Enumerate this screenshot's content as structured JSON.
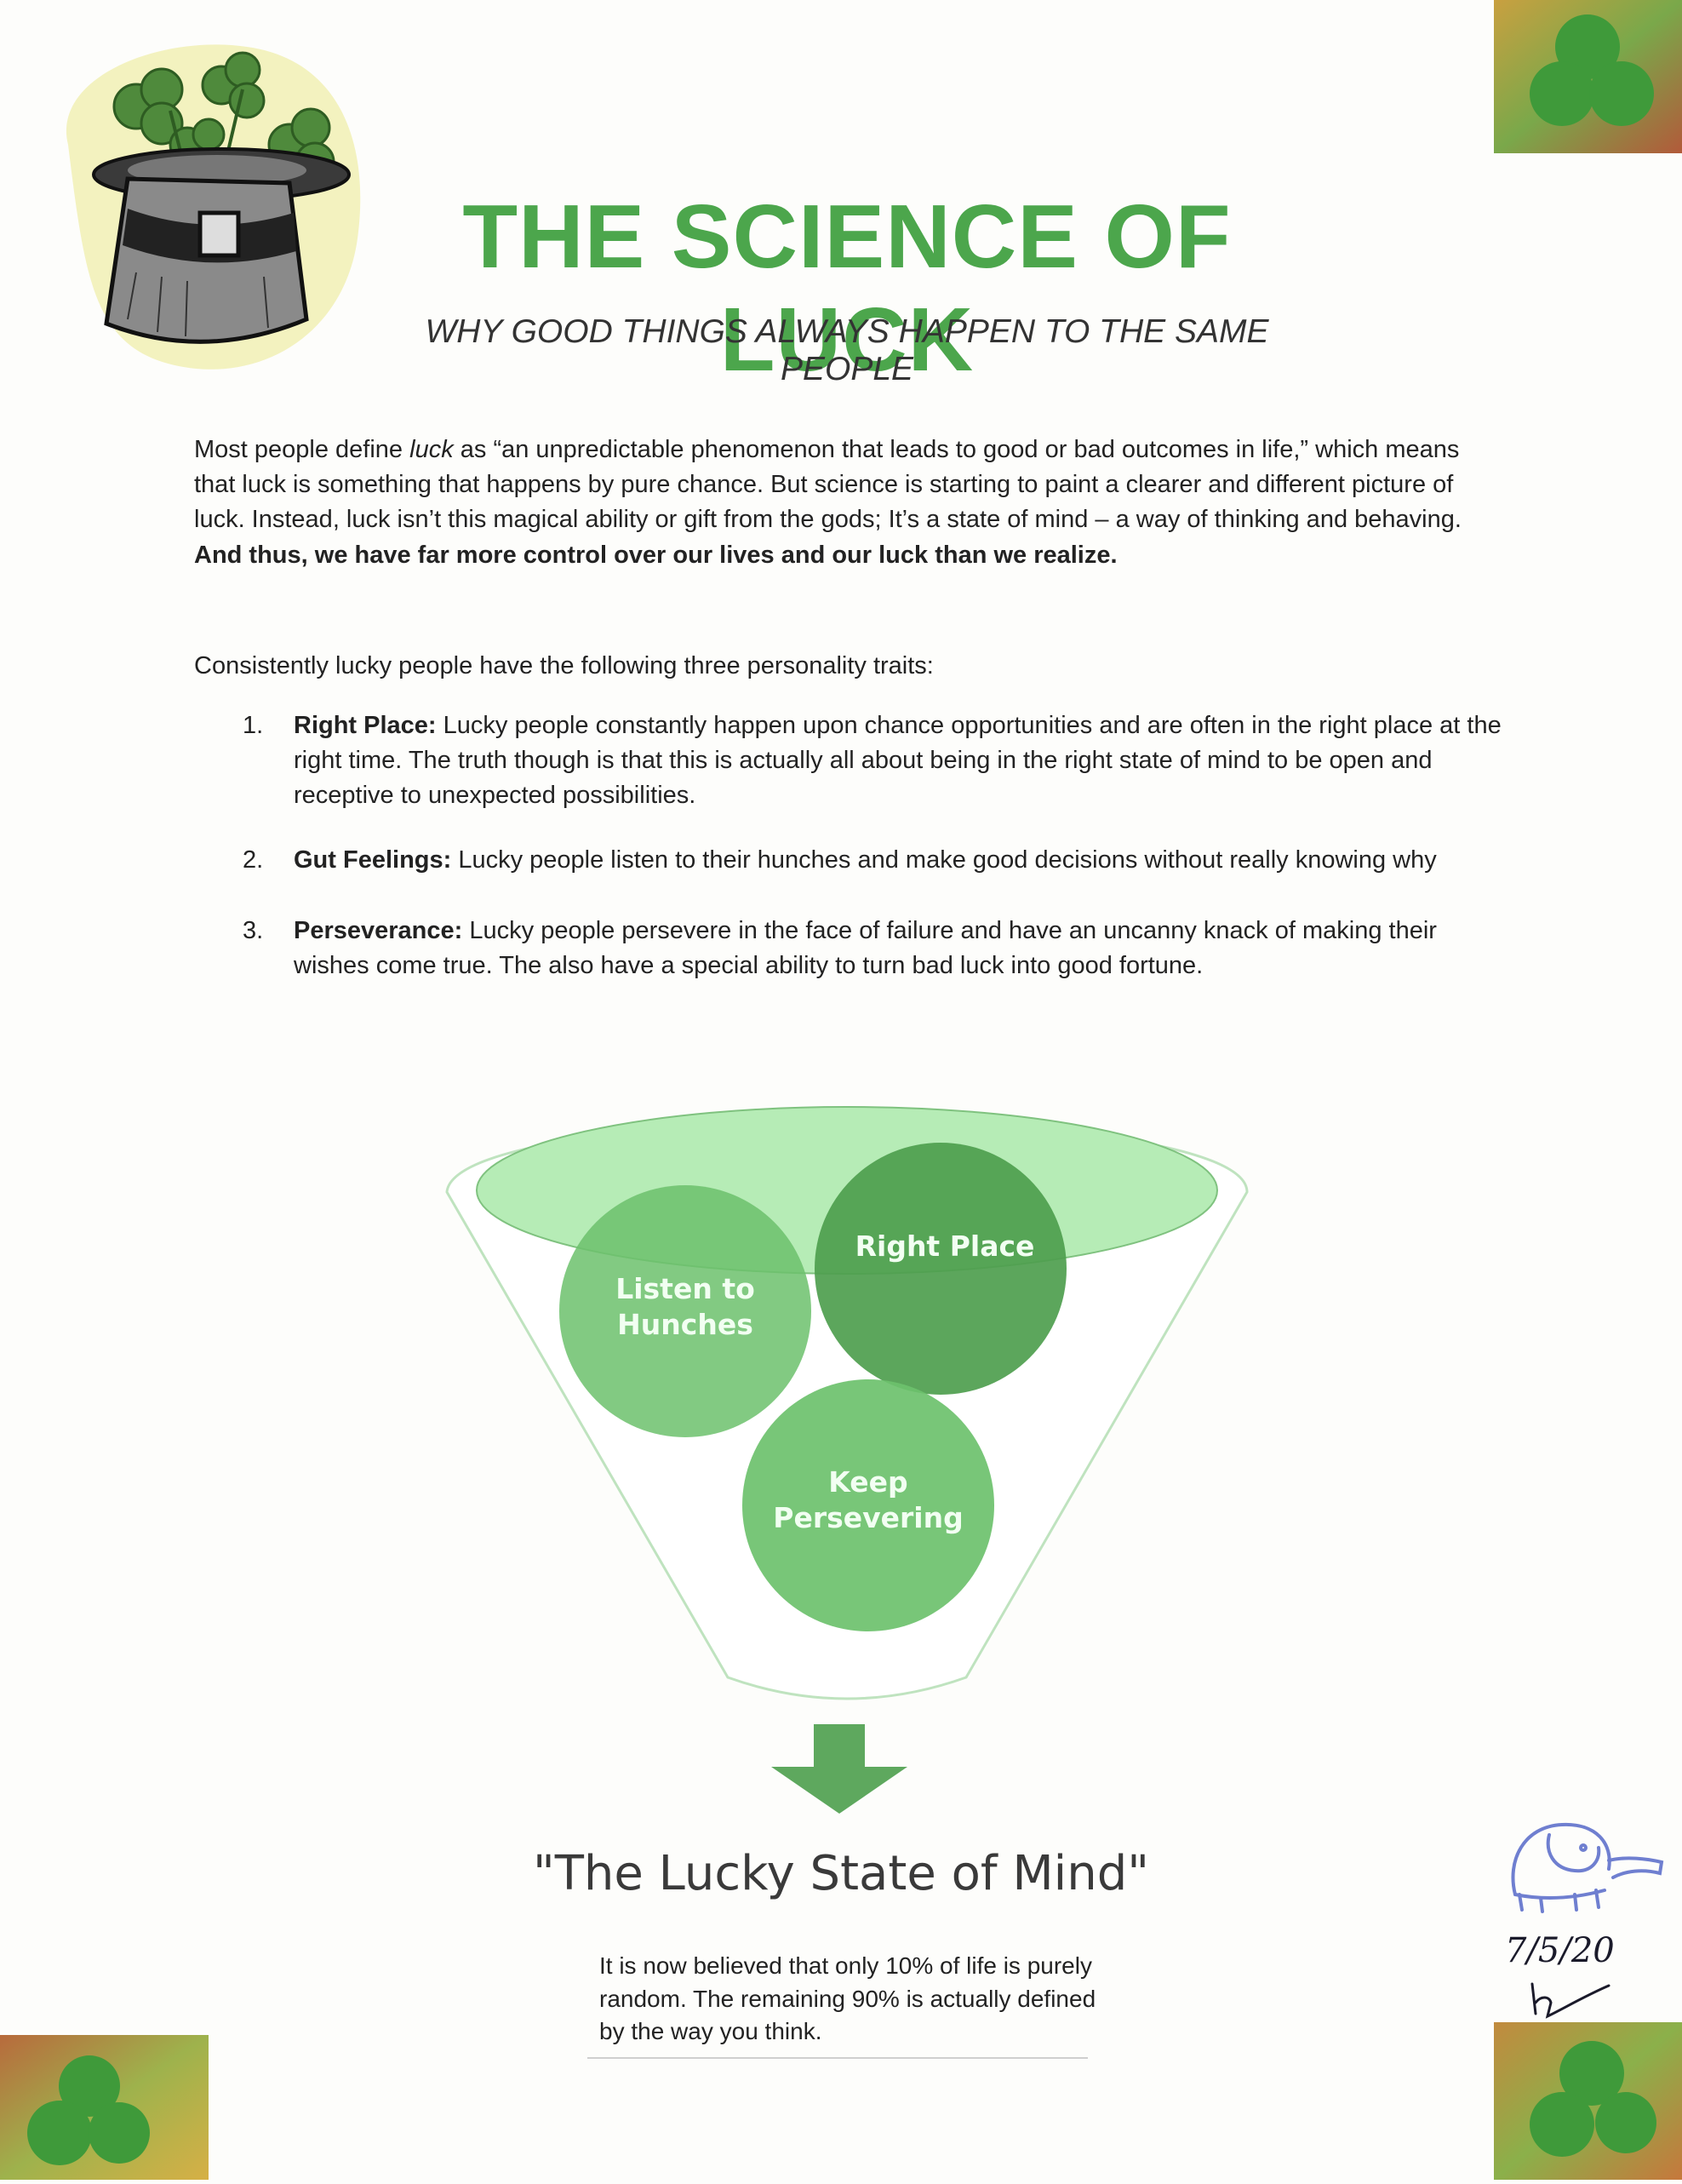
{
  "header": {
    "title": "THE SCIENCE OF LUCK",
    "subtitle": "WHY GOOD THINGS ALWAYS HAPPEN TO THE SAME PEOPLE"
  },
  "intro": {
    "part1": "Most people define ",
    "emphasis": "luck",
    "part2": " as “an unpredictable phenomenon that leads to good or bad outcomes in life,” which means that luck is something that happens by pure chance. But science is starting to paint a clearer and different picture of luck. Instead, luck isn’t this magical ability or gift from the gods; It’s a state of mind – a way of thinking and behaving. ",
    "bold": "And thus, we have far more control over our lives and our luck than we realize."
  },
  "traits_intro": "Consistently lucky people have the following three personality traits:",
  "traits": [
    {
      "num": "1.",
      "label": "Right Place:",
      "text": " Lucky people constantly happen upon chance opportunities and are often in the right place at the right time. The truth though is that this is actually all about being in the right state of mind to be open and receptive to unexpected possibilities."
    },
    {
      "num": "2.",
      "label": "Gut Feelings:",
      "text": " Lucky people listen to their hunches and make good decisions without really knowing why"
    },
    {
      "num": "3.",
      "label": "Perseverance:",
      "text": " Lucky people persevere in the face of failure and have an uncanny knack of making their wishes come true. The also have a special ability to turn bad luck into good fortune."
    }
  ],
  "funnel": {
    "circles": [
      {
        "line1": "Listen to",
        "line2": "Hunches"
      },
      {
        "line1": "Right Place",
        "line2": ""
      },
      {
        "line1": "Keep",
        "line2": "Persevering"
      }
    ]
  },
  "conclusion": {
    "heading": "\"The Lucky State of Mind\"",
    "note": "It is now believed that only 10% of life is purely random. The remaining 90% is actually defined by the way you think."
  },
  "signature": {
    "date": "7/5/20"
  },
  "colors": {
    "title_green": "#4ca64c",
    "circle_dark": "#4e9e4e",
    "circle_mid": "#6cc16c",
    "ellipse_fill": "#b6ecb6",
    "arrow_green": "#5ea85e"
  },
  "icons": [
    "leprechaun-hat-icon",
    "shamrock-icon",
    "elephant-doodle-icon",
    "down-arrow-icon"
  ]
}
